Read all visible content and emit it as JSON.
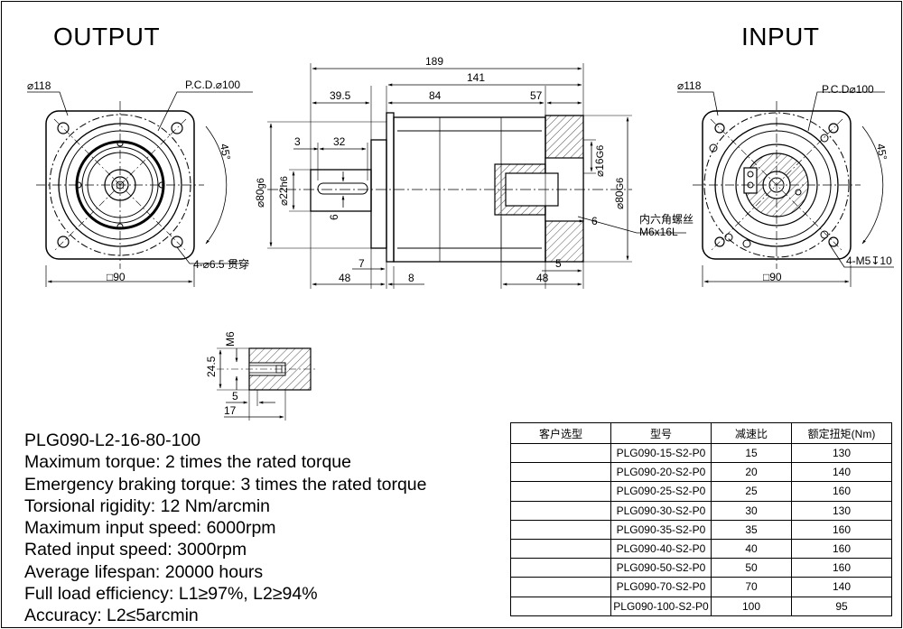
{
  "headings": {
    "output": "OUTPUT",
    "input": "INPUT"
  },
  "output_view": {
    "flange_dia": "118",
    "pcd": "P.C.D.",
    "pcd_value": "100",
    "angle": "45°",
    "square": "□90",
    "holes": "4-",
    "holes_dia": "6.5 贯穿"
  },
  "side_view": {
    "overall": "189",
    "body": "141",
    "shaft_section": "39.5",
    "mid": "84",
    "input_section": "57",
    "key_offset": "3",
    "key_length": "32",
    "pilot_dia": "80",
    "pilot_tol": "g6",
    "shaft_dia": "22",
    "shaft_tol": "h6",
    "key_width": "6",
    "bore_dia": "16",
    "bore_tol": "G6",
    "input_pilot_dia": "80",
    "input_pilot_tol": "G6",
    "bore_depth": "6",
    "screw_label_1": "内六角螺丝",
    "screw_label_2": "M6x16L",
    "flange_thk": "7",
    "input_flange": "5",
    "shaft_len": "48",
    "pilot_len": "8",
    "input_len": "48"
  },
  "input_view": {
    "flange_dia": "118",
    "pcd": "P.C.D",
    "pcd_value": "100",
    "angle": "45°",
    "square": "□90",
    "tap": "4-M5",
    "tap_depth": "10"
  },
  "detail_view": {
    "thread": "M6",
    "height": "24.5",
    "depth1": "5",
    "depth2": "17"
  },
  "specs": [
    "PLG090-L2-16-80-100",
    "Maximum torque: 2 times the rated torque",
    "Emergency braking torque: 3 times the rated torque",
    "Torsional rigidity: 12 Nm/arcmin",
    "Maximum input speed: 6000rpm",
    "Rated input speed: 3000rpm",
    "Average lifespan: 20000 hours",
    "Full load efficiency: L1≥97%, L2≥94%",
    "Accuracy: L2≤5arcmin"
  ],
  "table": {
    "headers": [
      "客户选型",
      "型号",
      "减速比",
      "额定扭矩(Nm)"
    ],
    "rows": [
      [
        "",
        "PLG090-15-S2-P0",
        "15",
        "130"
      ],
      [
        "",
        "PLG090-20-S2-P0",
        "20",
        "140"
      ],
      [
        "",
        "PLG090-25-S2-P0",
        "25",
        "160"
      ],
      [
        "",
        "PLG090-30-S2-P0",
        "30",
        "130"
      ],
      [
        "",
        "PLG090-35-S2-P0",
        "35",
        "160"
      ],
      [
        "",
        "PLG090-40-S2-P0",
        "40",
        "160"
      ],
      [
        "",
        "PLG090-50-S2-P0",
        "50",
        "160"
      ],
      [
        "",
        "PLG090-70-S2-P0",
        "70",
        "140"
      ],
      [
        "",
        "PLG090-100-S2-P0",
        "100",
        "95"
      ]
    ]
  }
}
